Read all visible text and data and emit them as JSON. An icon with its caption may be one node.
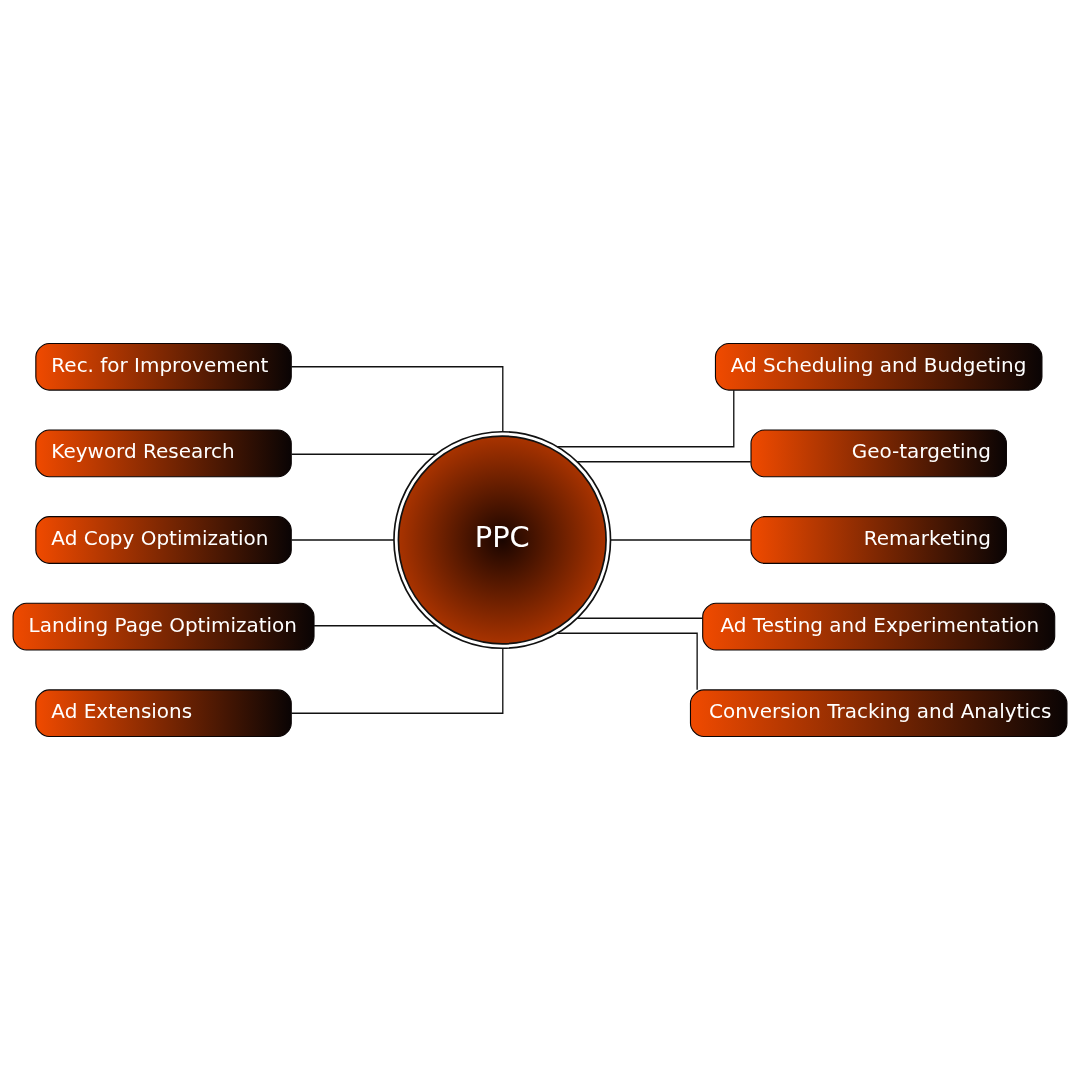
{
  "diagram": {
    "nodes": [
      {
        "text": [
          "PPC"
        ]
      },
      {
        "text": [
          "Rec. for Improvement"
        ]
      },
      {
        "text": [
          "Ad Scheduling and Budgeting"
        ]
      },
      {
        "text": [
          "Keyword Research"
        ]
      },
      {
        "text": [
          "Geo-targeting"
        ]
      },
      {
        "text": [
          "Ad Copy Optimization"
        ]
      },
      {
        "text": [
          "Remarketing"
        ]
      },
      {
        "text": [
          "Landing Page Optimization"
        ]
      },
      {
        "text": [
          "Ad Testing and Experimentation"
        ]
      },
      {
        "text": [
          "Ad Extensions"
        ]
      },
      {
        "text": [
          "Conversion Tracking and Analytics"
        ]
      }
    ],
    "edges": [
      {
        "from": 0,
        "to": 1,
        "arrow": "none"
      },
      {
        "from": 0,
        "to": 2,
        "arrow": "none"
      },
      {
        "from": 0,
        "to": 3,
        "arrow": "none"
      },
      {
        "from": 0,
        "to": 4,
        "arrow": "none"
      },
      {
        "from": 0,
        "to": 5,
        "arrow": "none"
      },
      {
        "from": 0,
        "to": 6,
        "arrow": "none"
      },
      {
        "from": 0,
        "to": 7,
        "arrow": "none"
      },
      {
        "from": 0,
        "to": 8,
        "arrow": "none"
      },
      {
        "from": 0,
        "to": 9,
        "arrow": "none"
      },
      {
        "from": 0,
        "to": 10,
        "arrow": "none"
      }
    ]
  }
}
